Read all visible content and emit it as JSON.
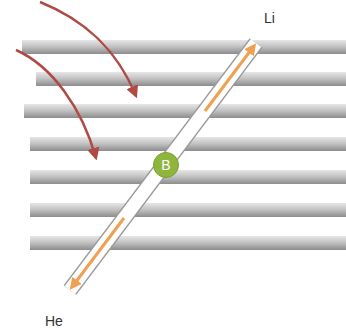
{
  "diagram": {
    "nodes": [
      {
        "text": [
          "B"
        ]
      }
    ],
    "labels": [
      "Li",
      "He"
    ]
  }
}
